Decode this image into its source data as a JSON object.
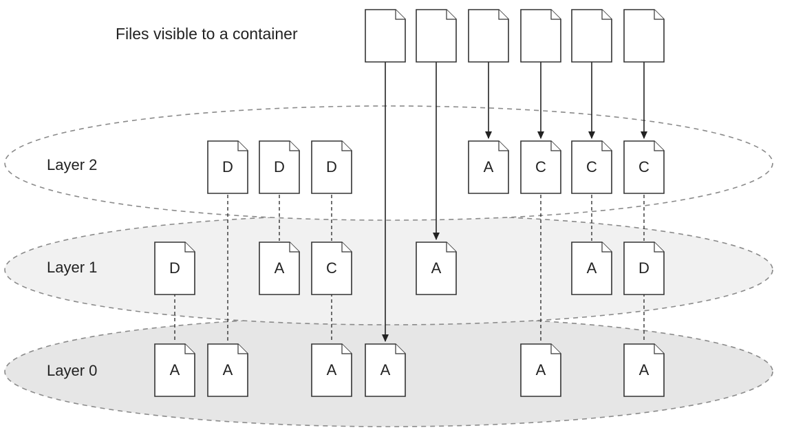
{
  "title": "Files visible to a container",
  "colors": {
    "layer2_fill": "#ffffff",
    "layer1_fill": "#f1f1f1",
    "layer0_fill": "#e6e6e6",
    "outline": "#333333",
    "ellipse_stroke": "#8a8a8a"
  },
  "layers": [
    {
      "label": "Layer 2",
      "files": [
        "D",
        "D",
        "D",
        "A",
        "C",
        "C",
        "C"
      ]
    },
    {
      "label": "Layer 1",
      "files": [
        "D",
        "A",
        "C",
        "A",
        "A",
        "D"
      ]
    },
    {
      "label": "Layer 0",
      "files": [
        "A",
        "A",
        "A",
        "A",
        "A",
        "A"
      ]
    }
  ],
  "visible_files": [
    "",
    "",
    "",
    "",
    "",
    ""
  ]
}
